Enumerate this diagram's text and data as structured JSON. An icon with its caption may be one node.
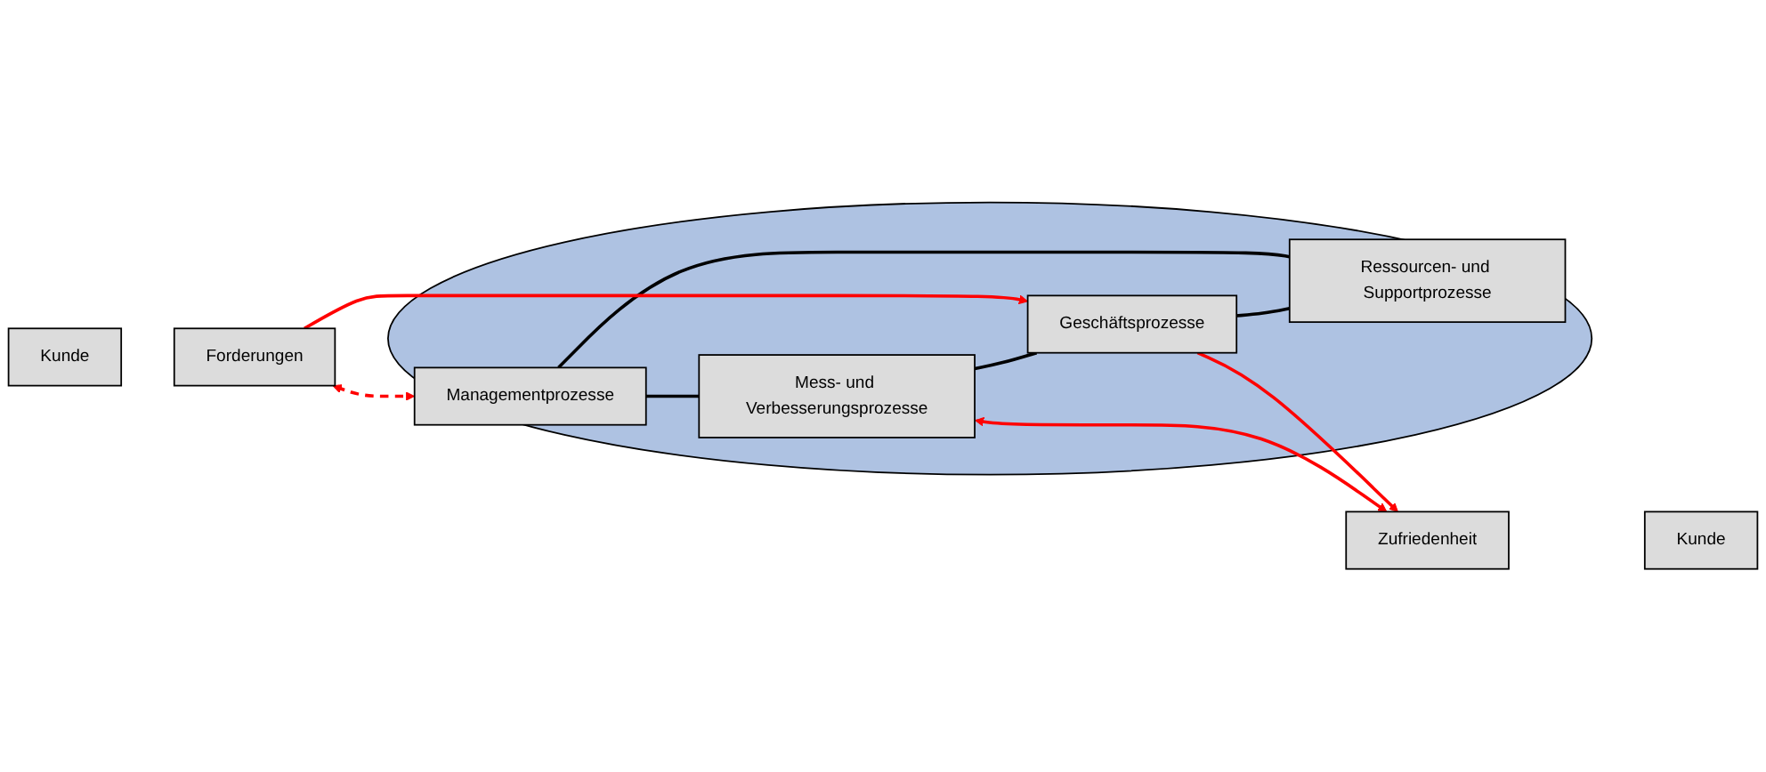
{
  "diagram": {
    "nodes": [
      {
        "text": [
          "Kunde"
        ]
      },
      {
        "text": [
          "Forderungen"
        ]
      },
      {
        "text": [],
        "shape": "ellipse"
      },
      {
        "text": [
          "Managementprozesse"
        ],
        "in": 2
      },
      {
        "text": [
          "Ressourcen- und Supportprozesse"
        ],
        "in": 2
      },
      {
        "text": [
          "Mess- und Verbesserungsprozesse"
        ],
        "in": 2
      },
      {
        "text": [
          "Geschäftsprozesse"
        ],
        "in": 2
      },
      {
        "text": [
          "Zufriedenheit"
        ]
      },
      {
        "text": [
          "Kunde"
        ]
      }
    ],
    "edges": [
      {
        "from": 1,
        "to": 3,
        "arrow": "both",
        "style": "dashed",
        "color": "#ff0000"
      },
      {
        "from": 3,
        "to": 5,
        "arrow": "none",
        "color": "#000000"
      },
      {
        "from": 5,
        "to": 6,
        "arrow": "none",
        "color": "#000000"
      },
      {
        "from": 6,
        "to": 4,
        "arrow": "none",
        "color": "#000000"
      },
      {
        "from": 4,
        "to": 3,
        "arrow": "none",
        "color": "#000000"
      },
      {
        "from": 5,
        "to": 7,
        "arrow": "both",
        "color": "#ff0000"
      },
      {
        "from": 1,
        "to": 6,
        "arrow": "to",
        "color": "#ff0000"
      },
      {
        "from": 6,
        "to": 7,
        "arrow": "to",
        "color": "#ff0000"
      }
    ]
  }
}
